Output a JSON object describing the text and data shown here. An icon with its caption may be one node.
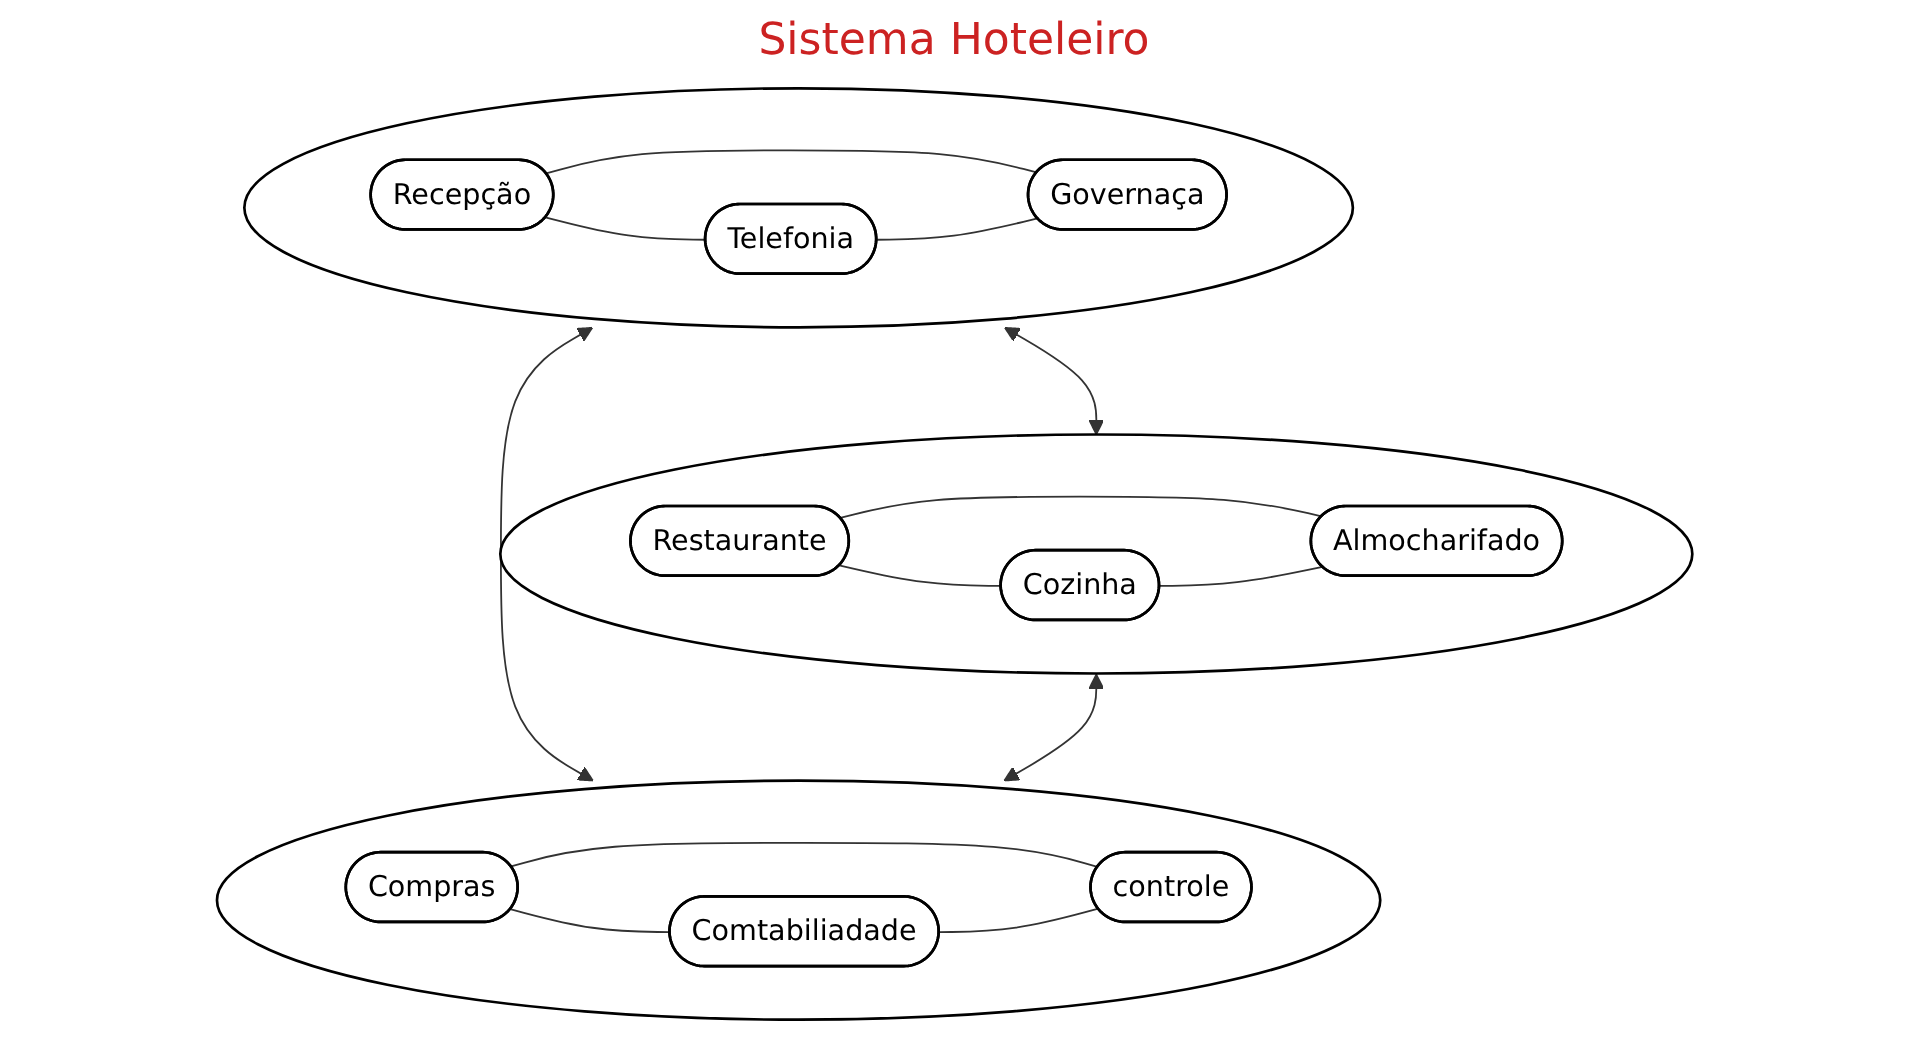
{
  "diagram": {
    "title": "Sistema Hoteleiro",
    "nodes": [
      {
        "text": [],
        "shape": "circle"
      },
      {
        "text": [
          "Recepção"
        ],
        "in": 0
      },
      {
        "text": [
          "Telefonia"
        ],
        "in": 0
      },
      {
        "text": [
          "Governaça"
        ],
        "in": 0
      },
      {
        "text": [],
        "shape": "circle"
      },
      {
        "text": [
          "Restaurante"
        ],
        "in": 4
      },
      {
        "text": [
          "Cozinha"
        ],
        "in": 4
      },
      {
        "text": [
          "Almocharifado"
        ],
        "in": 4
      },
      {
        "text": [],
        "shape": "circle"
      },
      {
        "text": [
          "Compras"
        ],
        "in": 8
      },
      {
        "text": [
          "Comtabiliadade"
        ],
        "in": 8
      },
      {
        "text": [
          "controle"
        ],
        "in": 8
      }
    ],
    "edges": [
      {
        "from": 1,
        "to": 2,
        "arrow": "none"
      },
      {
        "from": 1,
        "to": 3,
        "arrow": "none"
      },
      {
        "from": 2,
        "to": 3,
        "arrow": "none"
      },
      {
        "from": 5,
        "to": 6,
        "arrow": "none"
      },
      {
        "from": 5,
        "to": 7,
        "arrow": "none"
      },
      {
        "from": 6,
        "to": 7,
        "arrow": "none"
      },
      {
        "from": 9,
        "to": 10,
        "arrow": "none"
      },
      {
        "from": 9,
        "to": 11,
        "arrow": "none"
      },
      {
        "from": 10,
        "to": 11,
        "arrow": "none"
      },
      {
        "from": 0,
        "to": 4,
        "arrow": "both"
      },
      {
        "from": 0,
        "to": 8,
        "arrow": "both"
      },
      {
        "from": 4,
        "to": 8,
        "arrow": "both"
      }
    ]
  }
}
